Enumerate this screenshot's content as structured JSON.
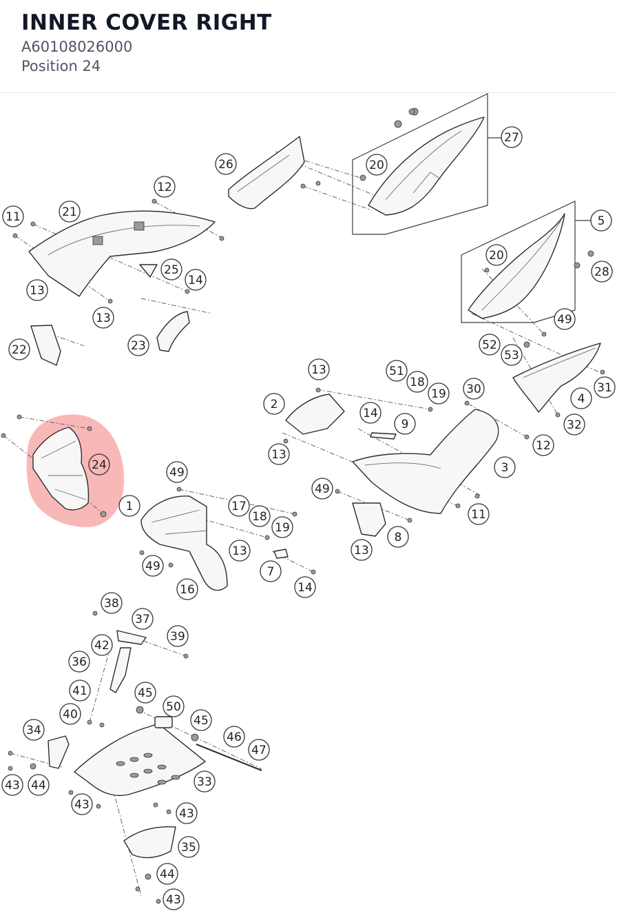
{
  "header": {
    "title": "INNER COVER RIGHT",
    "part_number": "A60108026000",
    "position": "Position 24"
  },
  "highlight_color": "#ef4444",
  "callouts": [
    {
      "label": "27",
      "highlighted": false
    },
    {
      "label": "26",
      "highlighted": false
    },
    {
      "label": "20",
      "highlighted": false
    },
    {
      "label": "12",
      "highlighted": false
    },
    {
      "label": "11",
      "highlighted": false
    },
    {
      "label": "21",
      "highlighted": false
    },
    {
      "label": "5",
      "highlighted": false
    },
    {
      "label": "20",
      "highlighted": false
    },
    {
      "label": "28",
      "highlighted": false
    },
    {
      "label": "25",
      "highlighted": false
    },
    {
      "label": "14",
      "highlighted": false
    },
    {
      "label": "13",
      "highlighted": false
    },
    {
      "label": "13",
      "highlighted": false
    },
    {
      "label": "49",
      "highlighted": false
    },
    {
      "label": "22",
      "highlighted": false
    },
    {
      "label": "23",
      "highlighted": false
    },
    {
      "label": "52",
      "highlighted": false
    },
    {
      "label": "53",
      "highlighted": false
    },
    {
      "label": "13",
      "highlighted": false
    },
    {
      "label": "51",
      "highlighted": false
    },
    {
      "label": "18",
      "highlighted": false
    },
    {
      "label": "19",
      "highlighted": false
    },
    {
      "label": "30",
      "highlighted": false
    },
    {
      "label": "31",
      "highlighted": false
    },
    {
      "label": "2",
      "highlighted": false
    },
    {
      "label": "4",
      "highlighted": false
    },
    {
      "label": "14",
      "highlighted": false
    },
    {
      "label": "9",
      "highlighted": false
    },
    {
      "label": "32",
      "highlighted": false
    },
    {
      "label": "12",
      "highlighted": false
    },
    {
      "label": "13",
      "highlighted": false
    },
    {
      "label": "24",
      "highlighted": true
    },
    {
      "label": "3",
      "highlighted": false
    },
    {
      "label": "49",
      "highlighted": false
    },
    {
      "label": "49",
      "highlighted": false
    },
    {
      "label": "1",
      "highlighted": false
    },
    {
      "label": "17",
      "highlighted": false
    },
    {
      "label": "11",
      "highlighted": false
    },
    {
      "label": "18",
      "highlighted": false
    },
    {
      "label": "19",
      "highlighted": false
    },
    {
      "label": "13",
      "highlighted": false
    },
    {
      "label": "8",
      "highlighted": false
    },
    {
      "label": "13",
      "highlighted": false
    },
    {
      "label": "49",
      "highlighted": false
    },
    {
      "label": "7",
      "highlighted": false
    },
    {
      "label": "16",
      "highlighted": false
    },
    {
      "label": "14",
      "highlighted": false
    },
    {
      "label": "38",
      "highlighted": false
    },
    {
      "label": "37",
      "highlighted": false
    },
    {
      "label": "39",
      "highlighted": false
    },
    {
      "label": "42",
      "highlighted": false
    },
    {
      "label": "36",
      "highlighted": false
    },
    {
      "label": "45",
      "highlighted": false
    },
    {
      "label": "41",
      "highlighted": false
    },
    {
      "label": "50",
      "highlighted": false
    },
    {
      "label": "40",
      "highlighted": false
    },
    {
      "label": "45",
      "highlighted": false
    },
    {
      "label": "34",
      "highlighted": false
    },
    {
      "label": "46",
      "highlighted": false
    },
    {
      "label": "47",
      "highlighted": false
    },
    {
      "label": "33",
      "highlighted": false
    },
    {
      "label": "43",
      "highlighted": false
    },
    {
      "label": "44",
      "highlighted": false
    },
    {
      "label": "43",
      "highlighted": false
    },
    {
      "label": "43",
      "highlighted": false
    },
    {
      "label": "35",
      "highlighted": false
    },
    {
      "label": "44",
      "highlighted": false
    },
    {
      "label": "43",
      "highlighted": false
    }
  ]
}
